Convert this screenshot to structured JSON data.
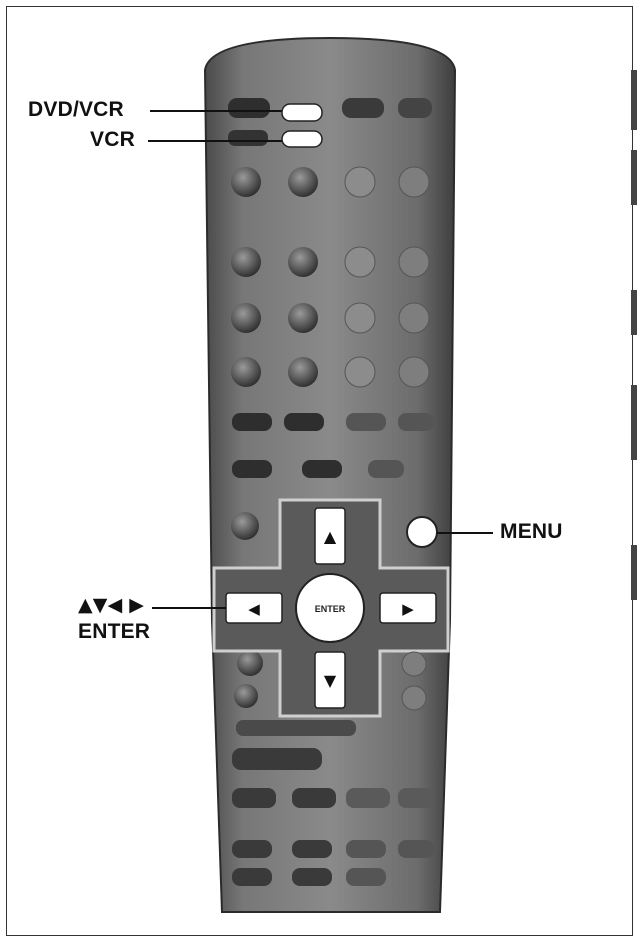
{
  "callouts": {
    "dvd_vcr": "DVD/VCR",
    "vcr": "VCR",
    "menu": "MENU",
    "arrows": "▲▼◀ ▶",
    "enter": "ENTER"
  },
  "remote": {
    "enter_button": "ENTER",
    "arrow_up": "▲",
    "arrow_down": "▼",
    "arrow_left": "◀",
    "arrow_right": "▶"
  },
  "colors": {
    "remote_body": "#6e6e6e",
    "remote_dark": "#3c3c3c",
    "button_white": "#ffffff",
    "line": "#111111"
  }
}
